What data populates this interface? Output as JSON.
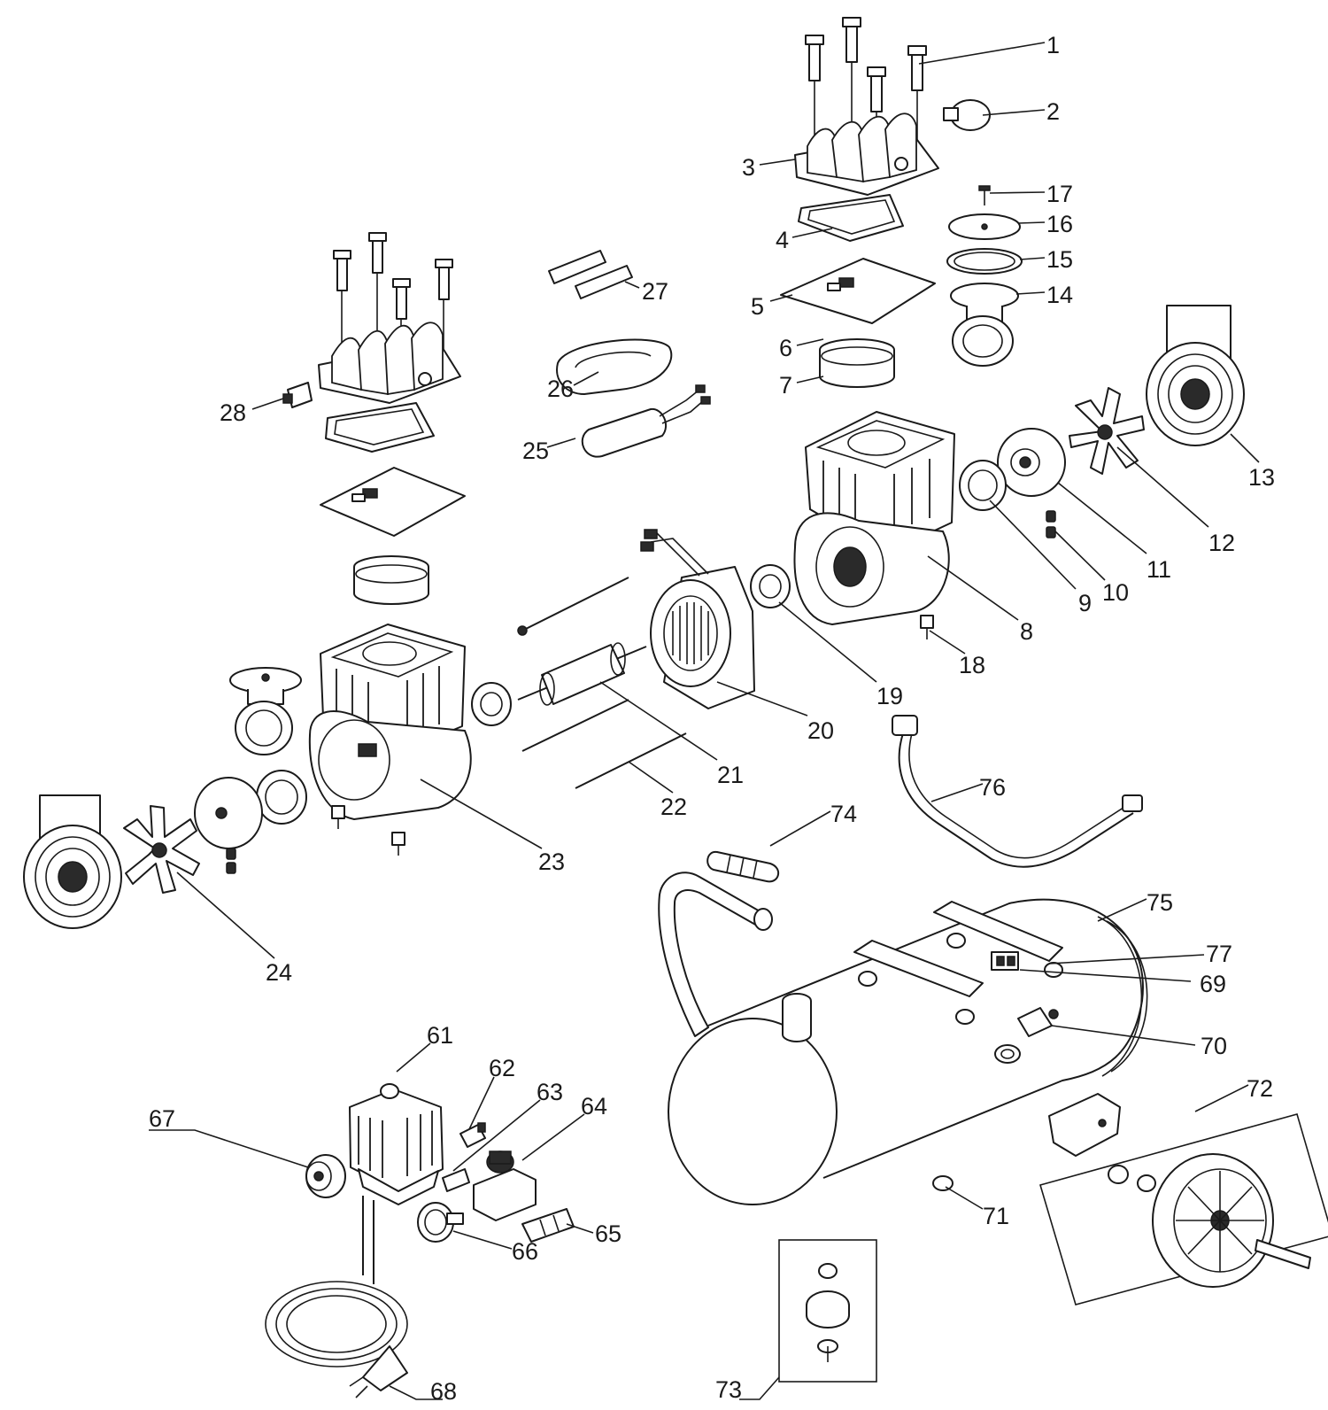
{
  "diagram": {
    "callouts": [
      "1",
      "2",
      "3",
      "4",
      "5",
      "6",
      "7",
      "8",
      "9",
      "10",
      "11",
      "12",
      "13",
      "14",
      "15",
      "16",
      "17",
      "18",
      "19",
      "20",
      "21",
      "22",
      "23",
      "24",
      "25",
      "26",
      "27",
      "28",
      "61",
      "62",
      "63",
      "64",
      "65",
      "66",
      "67",
      "68",
      "69",
      "70",
      "71",
      "72",
      "73",
      "74",
      "75",
      "76",
      "77"
    ]
  },
  "colors": {
    "line": "#1a1a1a",
    "background": "#ffffff"
  }
}
